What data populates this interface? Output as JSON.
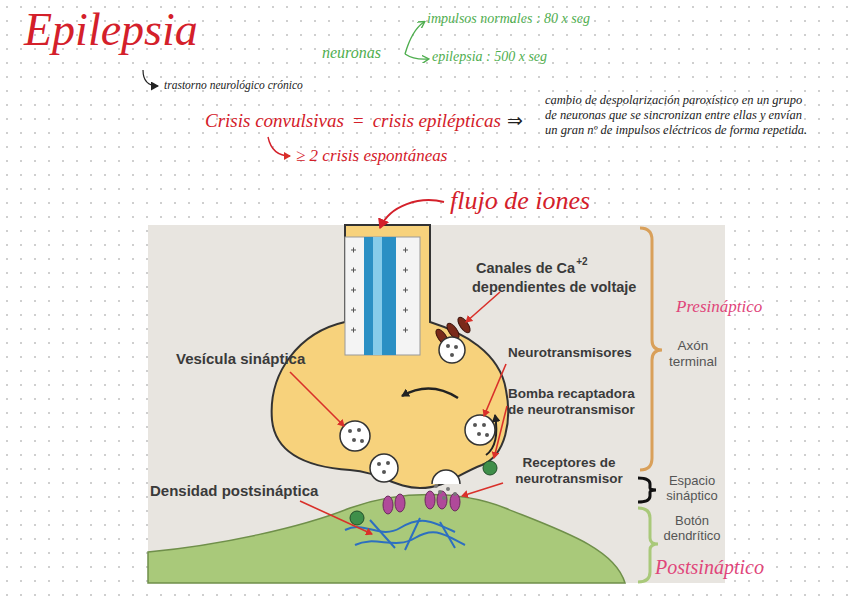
{
  "diagram": {
    "title": "Epilepsia",
    "labels": [
      "impulsos normales : 80 x seg",
      "neuronas",
      "epilepsia : 500 x seg",
      "trastorno neurológico crónico",
      "Crisis convulsivas",
      "=",
      "crisis epilépticas",
      "⇒",
      "cambio de despolarización paroxístico en un grupo de neuronas que se sincronizan entre ellas y envían un gran nº de impulsos eléctricos de forma repetida.",
      "≥ 2 crisis espontáneas",
      "flujo de iones",
      "Canales de Ca",
      "+2",
      "dependientes de voltaje",
      "Presináptico",
      "Axón terminal",
      "Vesícula sináptica",
      "Neurotransmisores",
      "Bomba recaptadora de neurotransmisor",
      "Densidad postsináptica",
      "Receptores de neurotransmisor",
      "Espacio sináptico",
      "Botón dendrítico",
      "Postsináptico"
    ]
  }
}
